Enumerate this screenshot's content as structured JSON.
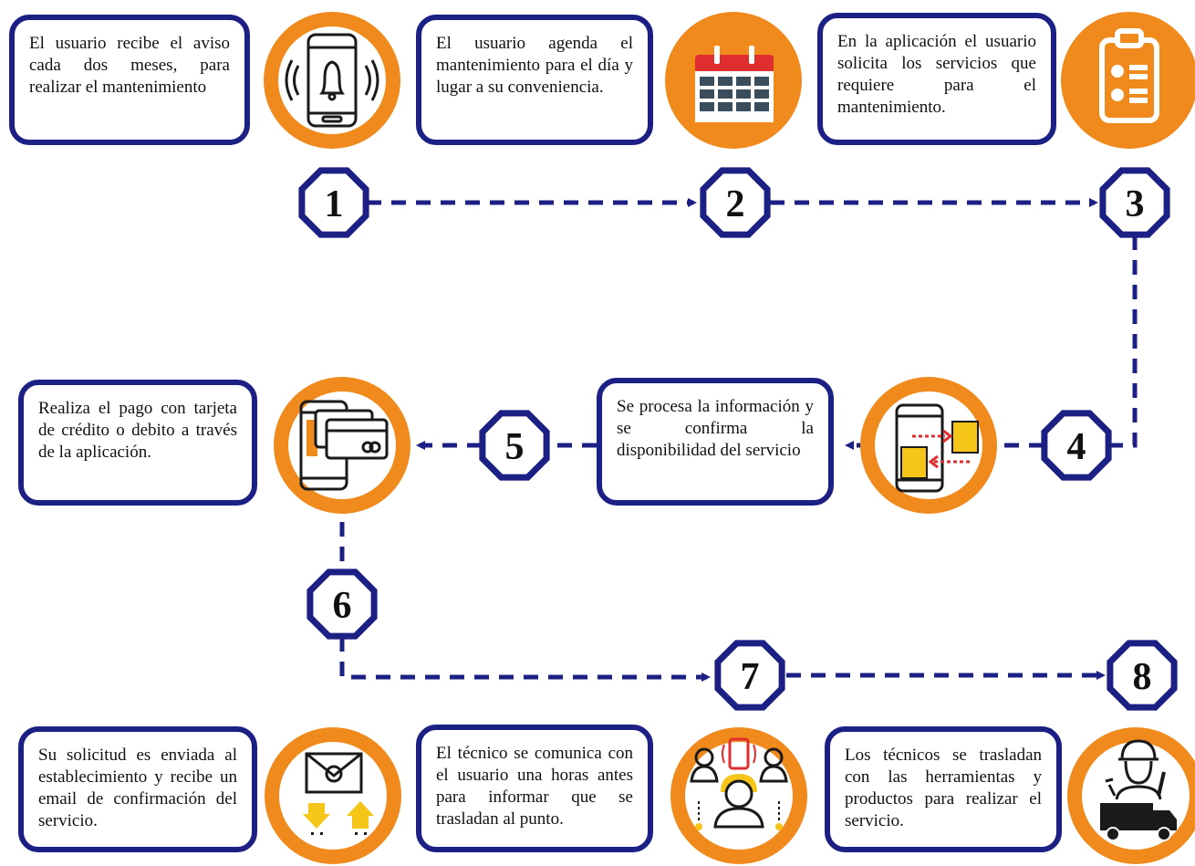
{
  "colors": {
    "navy": "#1c1f84",
    "orange": "#f08a1c",
    "yellow": "#f5c518",
    "red": "#e02e2e",
    "dark": "#1a1a1a",
    "white": "#ffffff"
  },
  "steps": [
    {
      "number": "1",
      "text": "El usuario recibe el aviso cada dos meses, para realizar el mantenimiento",
      "icon": "smartphone-bell-icon"
    },
    {
      "number": "2",
      "text": "El usuario agenda el mantenimiento para el día y lugar a su conveniencia.",
      "icon": "calendar-icon"
    },
    {
      "number": "3",
      "text": "En la aplicación el usuario solicita los servicios que requiere para el mantenimiento.",
      "icon": "clipboard-checklist-icon"
    },
    {
      "number": "4",
      "text": "Se procesa la información y se confirma la disponibilidad del servicio",
      "icon": "phone-data-exchange-icon"
    },
    {
      "number": "5",
      "text": "Realiza el pago con tarjeta de crédito o debito a través de la aplicación.",
      "icon": "phone-credit-card-icon"
    },
    {
      "number": "6",
      "text": "Su solicitud es enviada al establecimiento y recibe un email de confirmación del servicio.",
      "icon": "email-exchange-icon"
    },
    {
      "number": "7",
      "text": "El técnico se comunica con el usuario una horas antes para informar que se trasladan al punto.",
      "icon": "technician-call-icon"
    },
    {
      "number": "8",
      "text": "Los técnicos se trasladan con las herramientas y productos para realizar el servicio.",
      "icon": "technician-truck-icon"
    }
  ]
}
